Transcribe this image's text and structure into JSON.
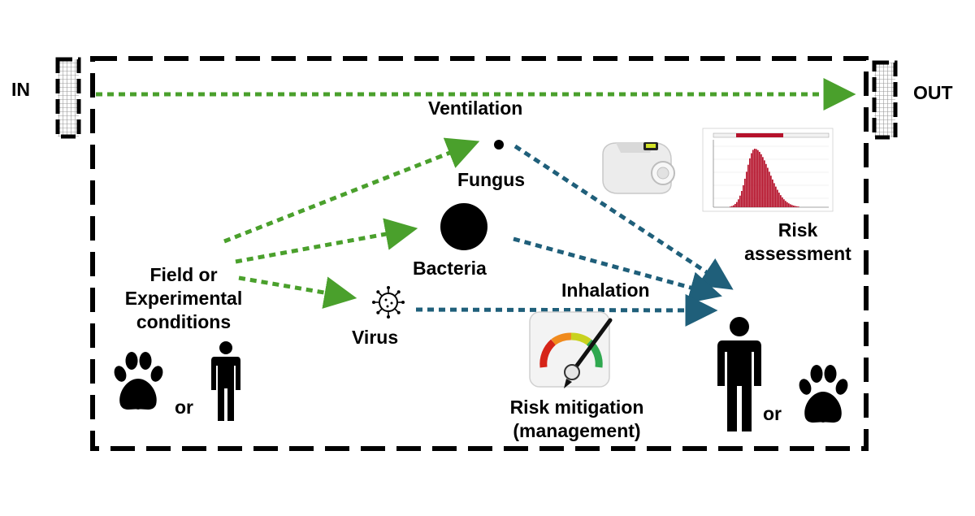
{
  "labels": {
    "in": "IN",
    "out": "OUT",
    "ventilation": "Ventilation",
    "fungus": "Fungus",
    "bacteria": "Bacteria",
    "virus": "Virus",
    "inhalation": "Inhalation",
    "source_line1": "Field or",
    "source_line2": "Experimental",
    "source_line3": "conditions",
    "or_left": "or",
    "or_right": "or",
    "risk_assessment_line1": "Risk",
    "risk_assessment_line2": "assessment",
    "risk_mitigation_line1": "Risk mitigation",
    "risk_mitigation_line2": "(management)"
  },
  "colors": {
    "green_arrow": "#4aa02c",
    "blue_arrow": "#1f5f7a",
    "histogram_bar": "#b5122b",
    "border": "#000000"
  },
  "icons": [
    "paw-icon",
    "person-icon",
    "virus-icon",
    "sampler-device-icon",
    "gauge-icon",
    "histogram-chart-icon"
  ]
}
